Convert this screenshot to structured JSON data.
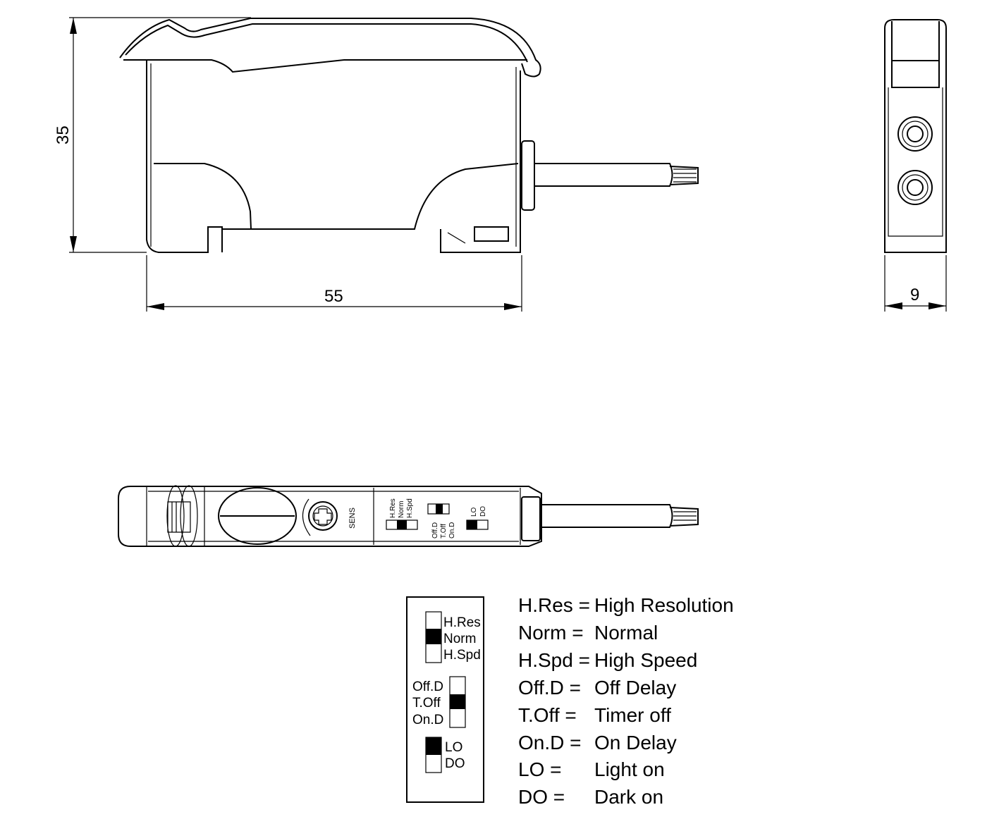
{
  "dimensions": {
    "height": "35",
    "width": "55",
    "depth": "9"
  },
  "device_labels": {
    "sens": "SENS",
    "switch1": [
      "H.Res",
      "Norm",
      "H.Spd"
    ],
    "switch2": [
      "Off.D",
      "T.Off",
      "On.D"
    ],
    "switch3": [
      "LO",
      "DO"
    ]
  },
  "legend": [
    {
      "abbr": "H.Res =",
      "meaning": "High Resolution"
    },
    {
      "abbr": "Norm =",
      "meaning": "Normal"
    },
    {
      "abbr": "H.Spd =",
      "meaning": "High Speed"
    },
    {
      "abbr": "Off.D =",
      "meaning": "Off Delay"
    },
    {
      "abbr": "T.Off =",
      "meaning": "Timer off"
    },
    {
      "abbr": "On.D =",
      "meaning": "On Delay"
    },
    {
      "abbr": "LO =",
      "meaning": "Light on"
    },
    {
      "abbr": "DO =",
      "meaning": "Dark on"
    }
  ]
}
